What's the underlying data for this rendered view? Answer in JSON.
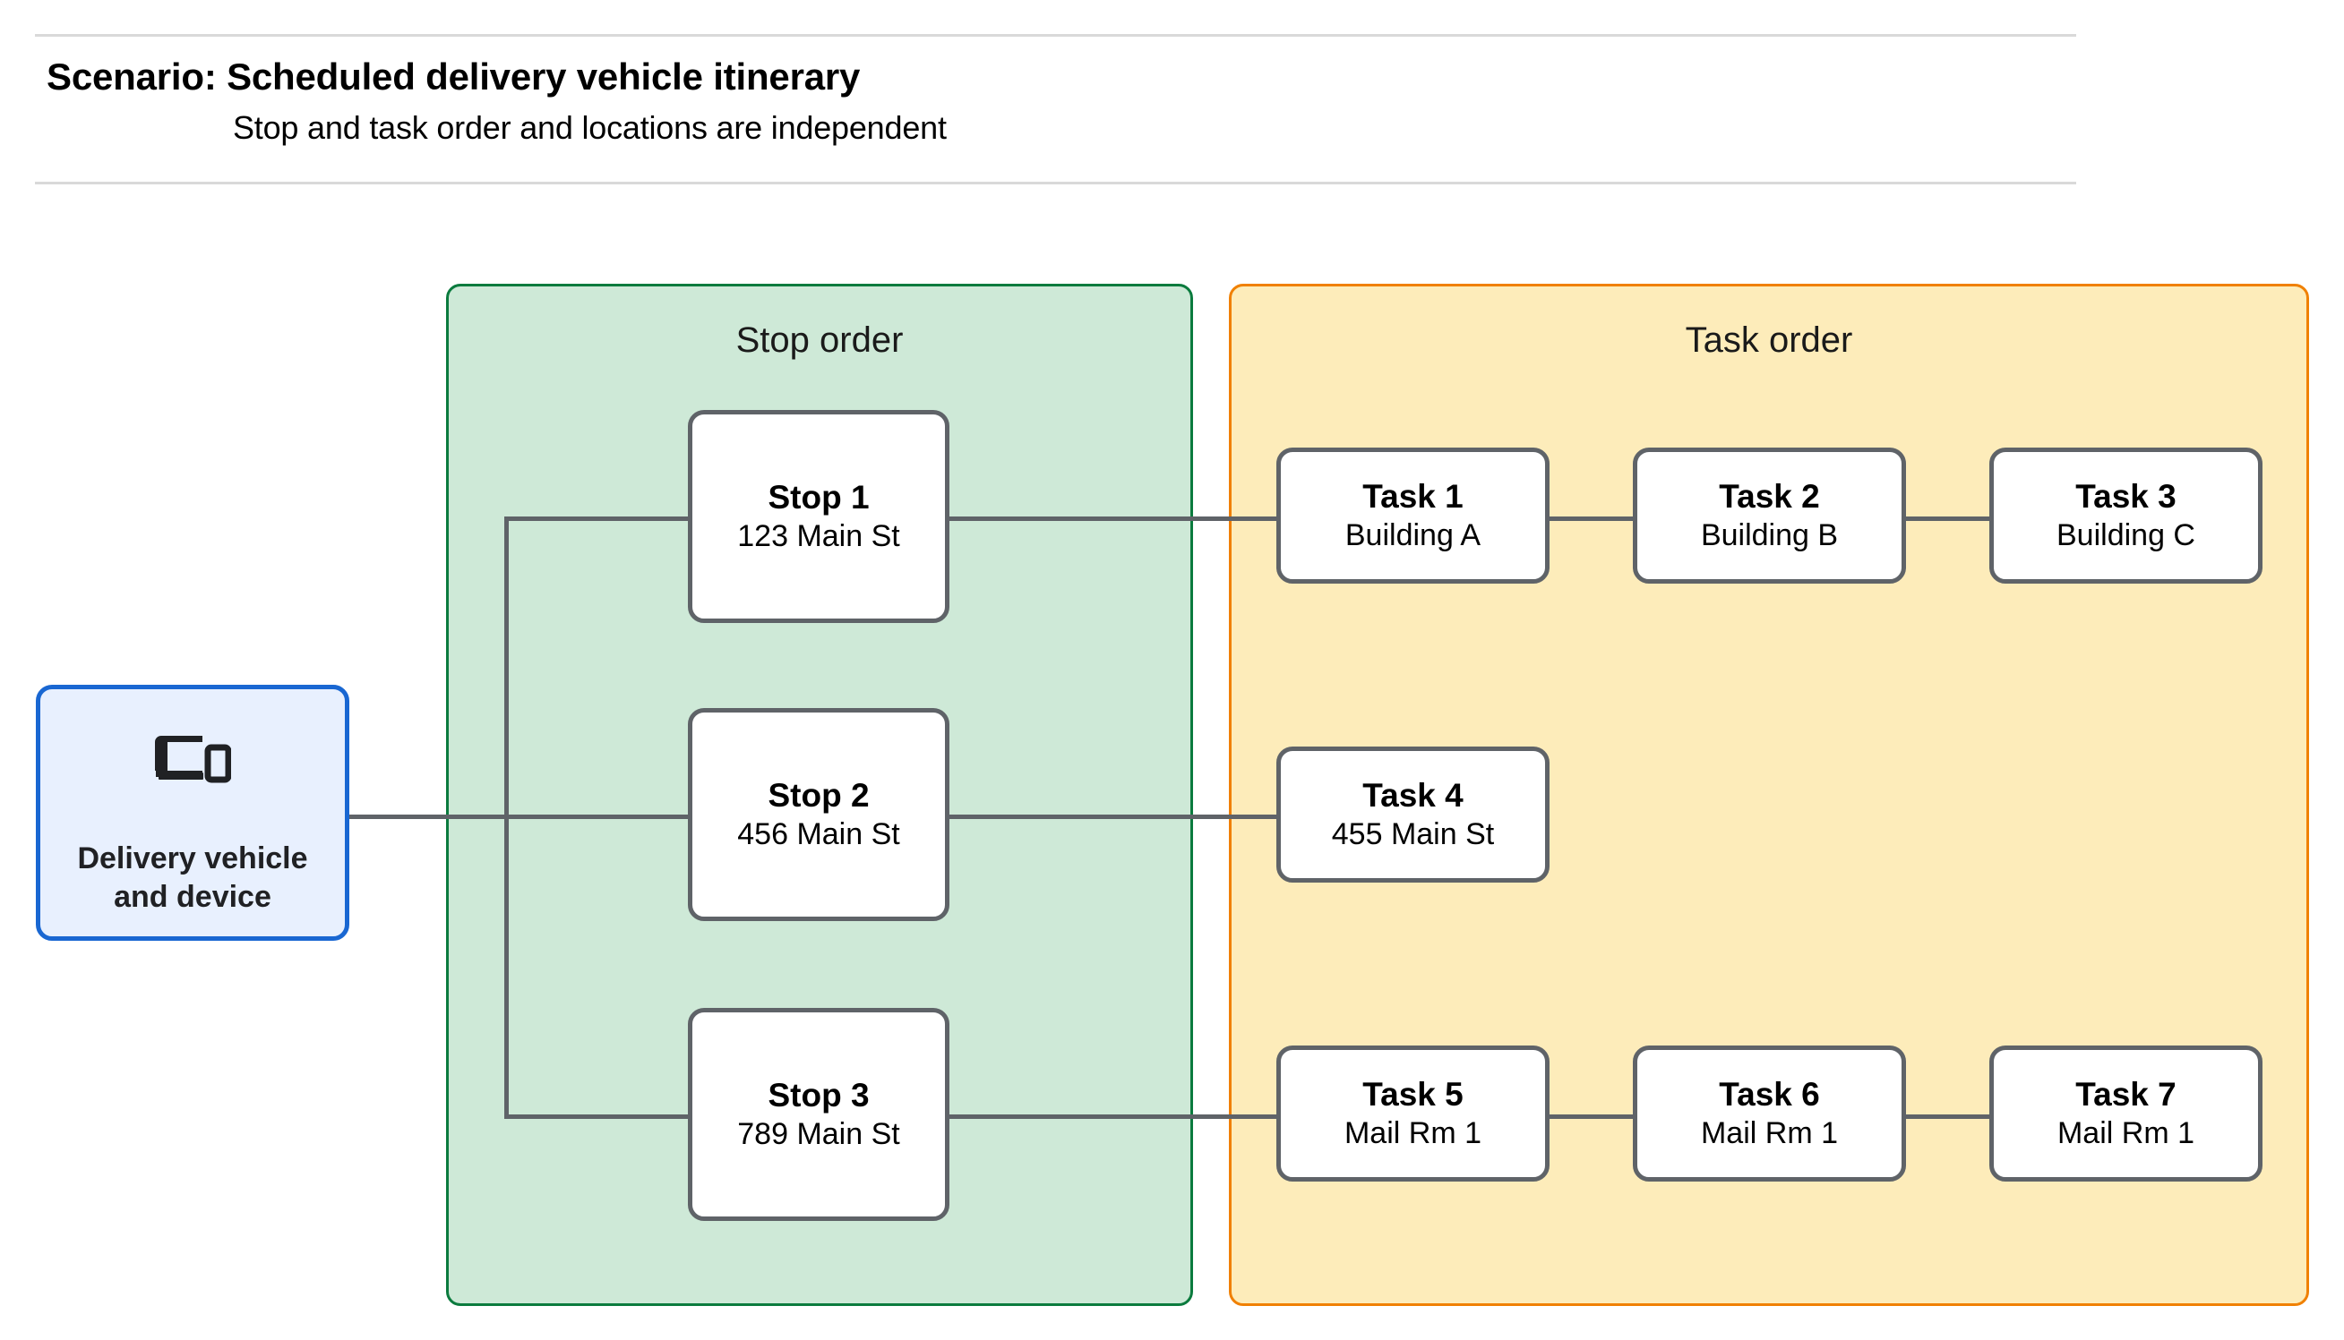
{
  "header": {
    "title": "Scenario: Scheduled delivery vehicle itinerary",
    "subtitle": "Stop and task order and locations are independent"
  },
  "vehicle": {
    "label": "Delivery vehicle\nand device",
    "icon": "devices-icon",
    "fill_color": "#e8f0fe",
    "border_color": "#1967d2"
  },
  "panels": {
    "stop": {
      "title": "Stop order",
      "fill_color": "#cee9d7",
      "border_color": "#0b7b3e"
    },
    "task": {
      "title": "Task order",
      "fill_color": "#fdecba",
      "border_color": "#f08000"
    }
  },
  "stops": [
    {
      "title": "Stop 1",
      "subtitle": "123 Main St"
    },
    {
      "title": "Stop 2",
      "subtitle": "456 Main St"
    },
    {
      "title": "Stop 3",
      "subtitle": "789 Main St"
    }
  ],
  "task_rows": [
    [
      {
        "title": "Task 1",
        "subtitle": "Building A"
      },
      {
        "title": "Task 2",
        "subtitle": "Building B"
      },
      {
        "title": "Task 3",
        "subtitle": "Building C"
      }
    ],
    [
      {
        "title": "Task 4",
        "subtitle": "455 Main St"
      }
    ],
    [
      {
        "title": "Task 5",
        "subtitle": "Mail Rm 1"
      },
      {
        "title": "Task 6",
        "subtitle": "Mail Rm 1"
      },
      {
        "title": "Task 7",
        "subtitle": "Mail Rm 1"
      }
    ]
  ],
  "colors": {
    "connector": "#5f6368",
    "node_border": "#5f6368",
    "node_fill": "#ffffff",
    "rule": "#d9d9d9",
    "text": "#000000"
  }
}
